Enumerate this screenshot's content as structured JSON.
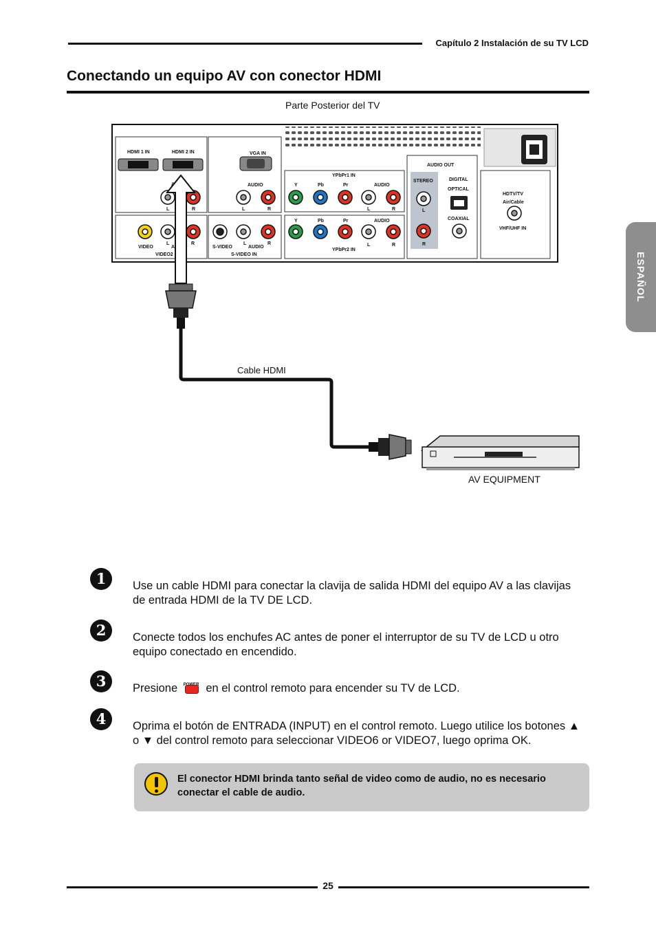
{
  "header": {
    "chapter": "Capítulo 2 Instalación de su TV LCD"
  },
  "title": "Conectando un equipo AV con conector HDMI",
  "side_tab": "ESPAÑOL",
  "diagram": {
    "caption_back": "Parte Posterior del TV",
    "cable_label": "Cable HDMI",
    "device_label": "AV EQUIPMENT",
    "panel": {
      "hdmi1": "HDMI 1 IN",
      "hdmi2": "HDMI 2 IN",
      "vga": "VGA IN",
      "audio": "AUDIO",
      "L": "L",
      "R": "R",
      "ypbpr1": "YPbPr1 IN",
      "ypbpr2": "YPbPr2 IN",
      "Y": "Y",
      "Pb": "Pb",
      "Pr": "Pr",
      "audio_out": "AUDIO OUT",
      "stereo": "STEREO",
      "digital": "DIGITAL",
      "optical": "OPTICAL",
      "coaxial": "COAXIAL",
      "hdtv": "HDTV/TV",
      "air_cable": "Air/Cable",
      "vhf": "VHF/UHF IN",
      "video": "VIDEO",
      "video2": "VIDEO2 IN",
      "svideo": "S-VIDEO",
      "svideo_in": "S-VIDEO IN"
    }
  },
  "steps": [
    {
      "num": "1",
      "text": "Use un cable HDMI para conectar la clavija de salida HDMI del equipo AV a las clavijas de entrada HDMI de la TV DE LCD."
    },
    {
      "num": "2",
      "text": "Conecte todos los enchufes AC antes de poner el interruptor de su TV de LCD u otro equipo conectado en encendido."
    },
    {
      "num": "3",
      "text_before": "Presione",
      "power_label": "POWER",
      "text_after": "en el control remoto para encender su TV de LCD."
    },
    {
      "num": "4",
      "text": "Oprima el botón de ENTRADA (INPUT) en el control remoto. Luego utilice los botones ▲ o ▼ del control remoto para seleccionar VIDEO6 or VIDEO7, luego oprima OK."
    }
  ],
  "note": "El conector HDMI brinda tanto señal de video como de audio, no es necesario conectar el cable de audio.",
  "page_number": "25",
  "colors": {
    "accent_tab": "#8e8e8e",
    "note_bg": "#c9c9c9",
    "warn": "#f2c500",
    "power": "#e8261f"
  }
}
